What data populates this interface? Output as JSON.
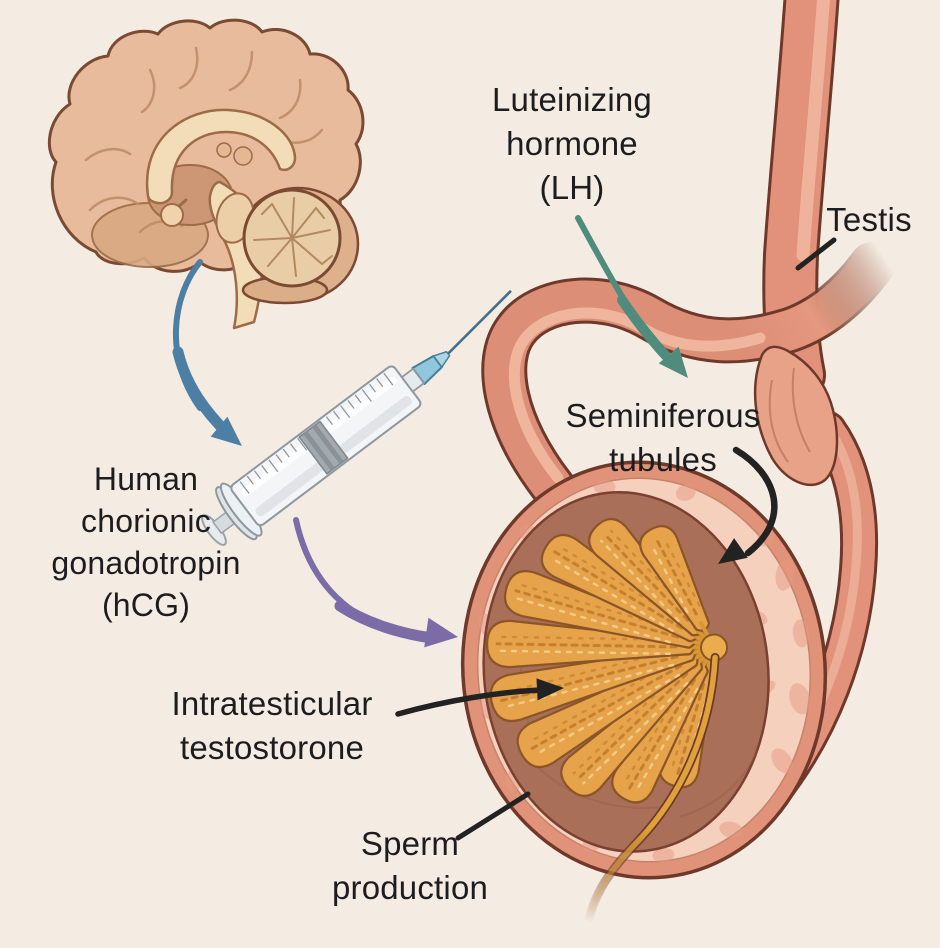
{
  "figure": {
    "background": "#f4ece3",
    "text_color": "#1d1d1f"
  },
  "labels": {
    "luteinizing_hormone": {
      "lines": [
        "Luteinizing",
        "hormone",
        "(LH)"
      ]
    },
    "testis": {
      "text": "Testis"
    },
    "seminiferous_tubules": {
      "lines": [
        "Seminiferous",
        "tubules"
      ]
    },
    "hcg": {
      "lines": [
        "Human",
        "chorionic",
        "gonadotropin",
        "(hCG)"
      ]
    },
    "intratesticular_testosterone": {
      "lines": [
        "Intratesticular",
        "testostorone"
      ]
    },
    "sperm_production": {
      "lines": [
        "Sperm",
        "production"
      ]
    }
  },
  "arrows": {
    "brain_to_syringe_color": "#4d7ea3",
    "lh_to_tubules_color": "#4f8c7e",
    "hcg_to_testis_color": "#7b6ba6",
    "annotation_color": "#222222"
  }
}
